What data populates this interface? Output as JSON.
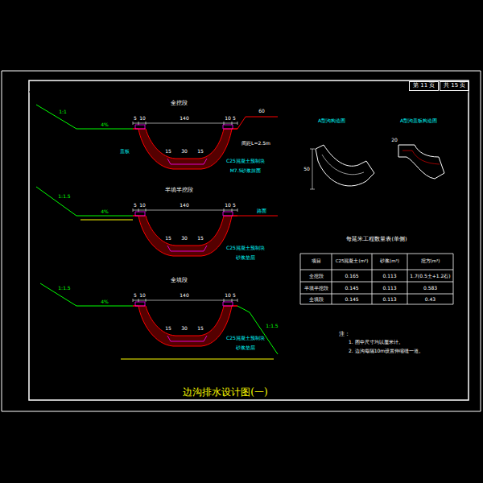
{
  "diagram": {
    "title": "边沟排水设计图(一)",
    "nodes": [
      {
        "text": [
          "第 11 页"
        ]
      },
      {
        "text": [
          "共 15 页"
        ]
      }
    ],
    "labels": [
      "全挖段",
      "5",
      "10",
      "140",
      "10",
      "5",
      "1:1",
      "4%",
      "60",
      "15",
      "30",
      "15",
      "C25混凝土预制块",
      "M7.5砂浆抹面",
      "间距L=2.5m",
      "盖板",
      "半填半挖段",
      "5",
      "10",
      "140",
      "10",
      "5",
      "1:1.5",
      "4%",
      "15",
      "30",
      "15",
      "C25混凝土预制块",
      "砂浆垫层",
      "路面",
      "全填段",
      "5",
      "10",
      "140",
      "10",
      "5",
      "1:1.5",
      "4%",
      "15",
      "30",
      "15",
      "C25混凝土预制块",
      "砂浆垫层",
      "1:1.5",
      "A型沟构造图",
      "A型沟盖板构造图",
      "50",
      "20",
      "每延米工程数量表(单侧)",
      "项目",
      "C25混凝土(m³)",
      "砂浆(m³)",
      "挖方(m³)",
      "全挖段",
      "0.165",
      "0.113",
      "1.7(0.5土+1.2石)",
      "半填半挖段",
      "0.145",
      "0.113",
      "0.583",
      "全填段",
      "0.145",
      "0.113",
      "0.43",
      "注：",
      "1. 图中尺寸均以厘米计。",
      "2. 边沟每隔10m设置伸缩缝一道。"
    ]
  }
}
